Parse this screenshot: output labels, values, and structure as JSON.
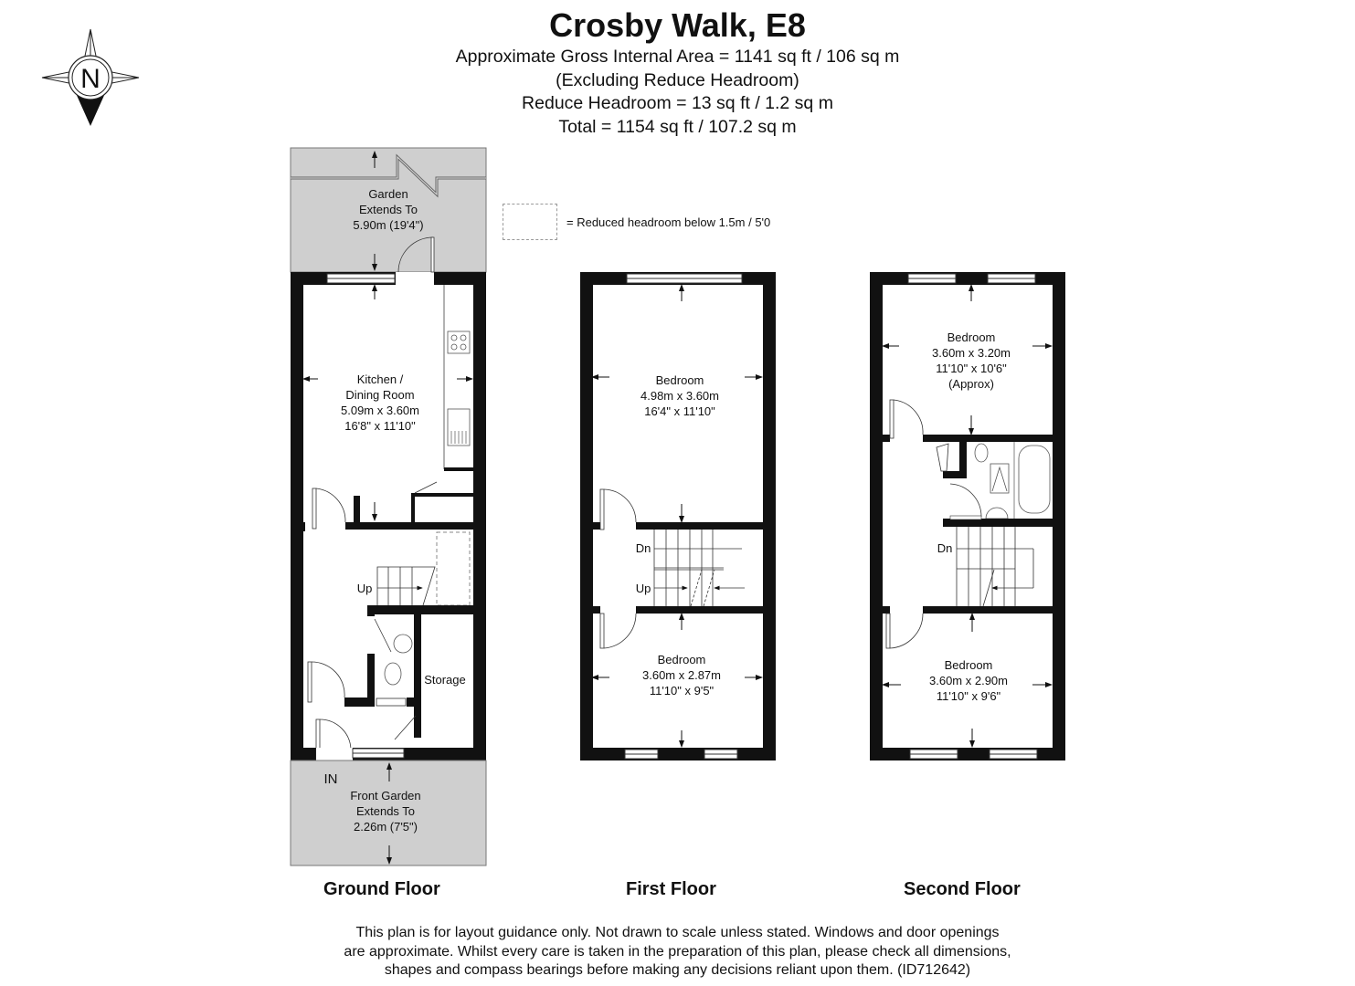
{
  "header": {
    "title": "Crosby Walk, E8",
    "gross_area": "Approximate Gross Internal Area = 1141 sq ft / 106 sq m",
    "excluding": "(Excluding Reduce Headroom)",
    "reduce_headroom": "Reduce Headroom = 13 sq ft / 1.2 sq m",
    "total": "Total = 1154 sq ft / 107.2 sq m"
  },
  "compass": {
    "icon": "compass-north-icon",
    "label": "N"
  },
  "legend": {
    "icon": "dashed-box-icon",
    "text": "= Reduced headroom below 1.5m / 5'0"
  },
  "floors": {
    "ground": {
      "label": "Ground Floor",
      "garden": {
        "line1": "Garden",
        "line2": "Extends To",
        "line3": "5.90m (19'4\")"
      },
      "kitchen": {
        "line1": "Kitchen /",
        "line2": "Dining Room",
        "line3": "5.09m x 3.60m",
        "line4": "16'8\" x 11'10\""
      },
      "stairs_label": "Up",
      "storage": "Storage",
      "entrance": "IN",
      "front_garden": {
        "line1": "Front Garden",
        "line2": "Extends To",
        "line3": "2.26m (7'5\")"
      }
    },
    "first": {
      "label": "First Floor",
      "bedroom1": {
        "line1": "Bedroom",
        "line2": "4.98m x 3.60m",
        "line3": "16'4\" x 11'10\""
      },
      "stairs_dn": "Dn",
      "stairs_up": "Up",
      "bedroom2": {
        "line1": "Bedroom",
        "line2": "3.60m x 2.87m",
        "line3": "11'10\" x 9'5\""
      }
    },
    "second": {
      "label": "Second Floor",
      "bedroom1": {
        "line1": "Bedroom",
        "line2": "3.60m x 3.20m",
        "line3": "11'10\" x 10'6\"",
        "line4": "(Approx)"
      },
      "stairs_dn": "Dn",
      "bedroom2": {
        "line1": "Bedroom",
        "line2": "3.60m x 2.90m",
        "line3": "11'10\" x 9'6\""
      }
    }
  },
  "disclaimer": {
    "line1": "This plan is for layout guidance only. Not drawn to scale unless stated. Windows and door openings",
    "line2": "are approximate. Whilst every care is taken in the preparation of this plan, please check all dimensions,",
    "line3": "shapes and compass bearings before making any decisions reliant upon them. (ID712642)"
  }
}
